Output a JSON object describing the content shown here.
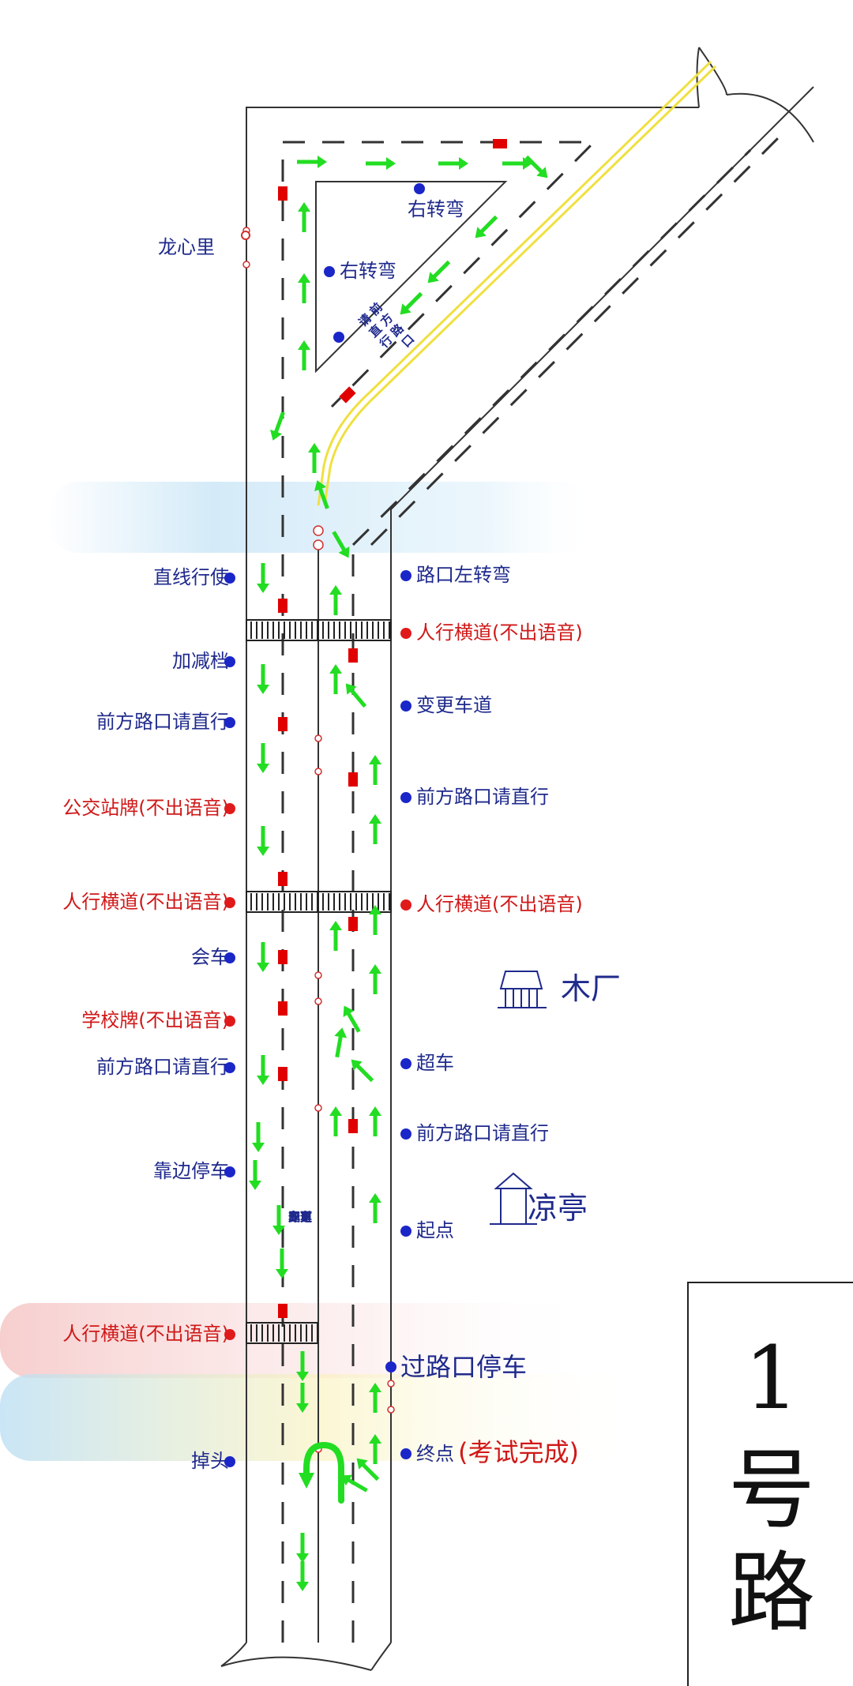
{
  "map": {
    "place_top": "龙心里",
    "triangle_labels": [
      "右转弯",
      "右转弯"
    ],
    "triangle_vertical_text": [
      "前",
      "方",
      "路",
      "口",
      "请",
      "直",
      "行"
    ],
    "lane_change_note": [
      "无车",
      "即可",
      "变更",
      "车道"
    ],
    "left_labels": [
      {
        "text": "直线行使",
        "color": "blue"
      },
      {
        "text": "加减档",
        "color": "blue"
      },
      {
        "text": "前方路口请直行",
        "color": "blue"
      },
      {
        "text": "公交站牌(不出语音)",
        "color": "red"
      },
      {
        "text": "人行横道(不出语音)",
        "color": "red"
      },
      {
        "text": "会车",
        "color": "blue"
      },
      {
        "text": "学校牌(不出语音)",
        "color": "red"
      },
      {
        "text": "前方路口请直行",
        "color": "blue"
      },
      {
        "text": "靠边停车",
        "color": "blue"
      },
      {
        "text": "人行横道(不出语音)",
        "color": "red"
      },
      {
        "text": "掉头",
        "color": "blue"
      }
    ],
    "right_labels": [
      {
        "text": "路口左转弯",
        "color": "blue"
      },
      {
        "text": "人行横道(不出语音)",
        "color": "red"
      },
      {
        "text": "变更车道",
        "color": "blue"
      },
      {
        "text": "前方路口请直行",
        "color": "blue"
      },
      {
        "text": "人行横道(不出语音)",
        "color": "red"
      },
      {
        "text": "超车",
        "color": "blue"
      },
      {
        "text": "前方路口请直行",
        "color": "blue"
      },
      {
        "text": "起点",
        "color": "blue"
      }
    ],
    "landmarks": [
      "木厂",
      "凉亭"
    ],
    "stop_label": "过路口停车",
    "end_label": "终点",
    "end_note": "(考试完成)",
    "route_number": "1",
    "route_word": [
      "号",
      "路"
    ],
    "colors": {
      "route_arrow": "#22dd22",
      "marker": "#e00000",
      "road_line": "#333333",
      "center_line": "#f0e040",
      "label_blue": "#1f2a8c",
      "label_red": "#d01818"
    }
  }
}
